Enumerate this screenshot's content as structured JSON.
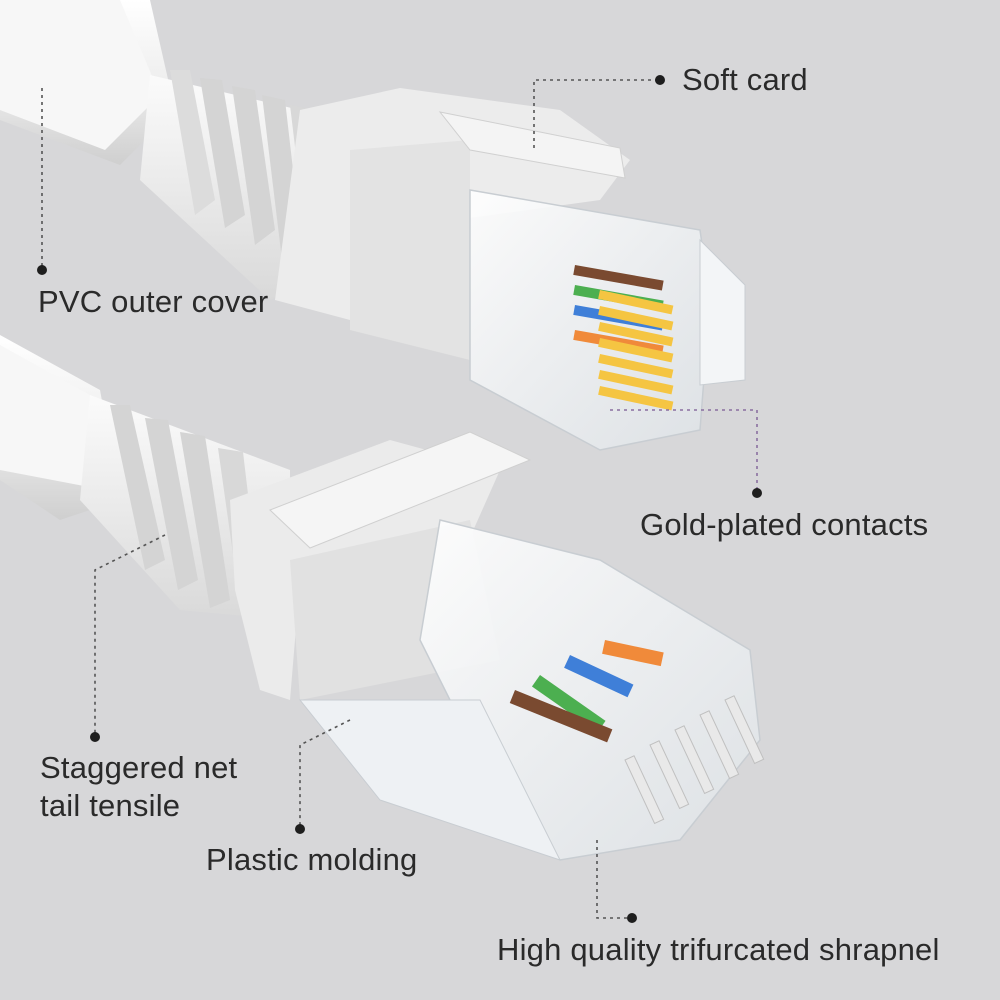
{
  "labels": {
    "soft_card": "Soft card",
    "pvc_outer_cover": "PVC outer cover",
    "gold_plated_contacts": "Gold-plated contacts",
    "staggered_net_tail_tensile": "Staggered net\ntail tensile",
    "plastic_molding": "Plastic molding",
    "trifurcated_shrapnel": "High quality trifurcated shrapnel"
  },
  "colors": {
    "background": "#d7d7d9",
    "cable": "#f2f2f2",
    "leader_line": "#555555",
    "gold_leader": "#8a6fa0",
    "wire_orange": "#f08a3a",
    "wire_blue": "#3f7fd8",
    "wire_green": "#4caf50",
    "wire_brown": "#7a4a30",
    "contact_gold": "#f5c542"
  }
}
